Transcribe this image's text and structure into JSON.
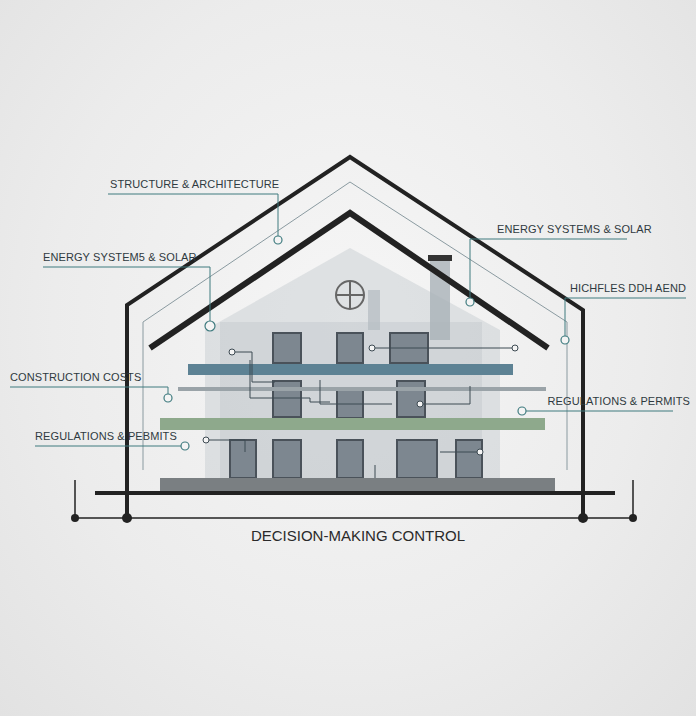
{
  "diagram": {
    "caption": "DECISION-MAKING CONTROL",
    "labels": [
      "STRUCTURE & ARCHITECTURE",
      "ENERGY SYSTEMS & SOLAR",
      "ENERGY SYSTEM5 & SOLAR",
      "HICHFLES DDH AEND",
      "CONSTRUCTION COSTS",
      "REGULATIONS & PERMITS",
      "REGULATIONS & PEBMITS"
    ]
  }
}
